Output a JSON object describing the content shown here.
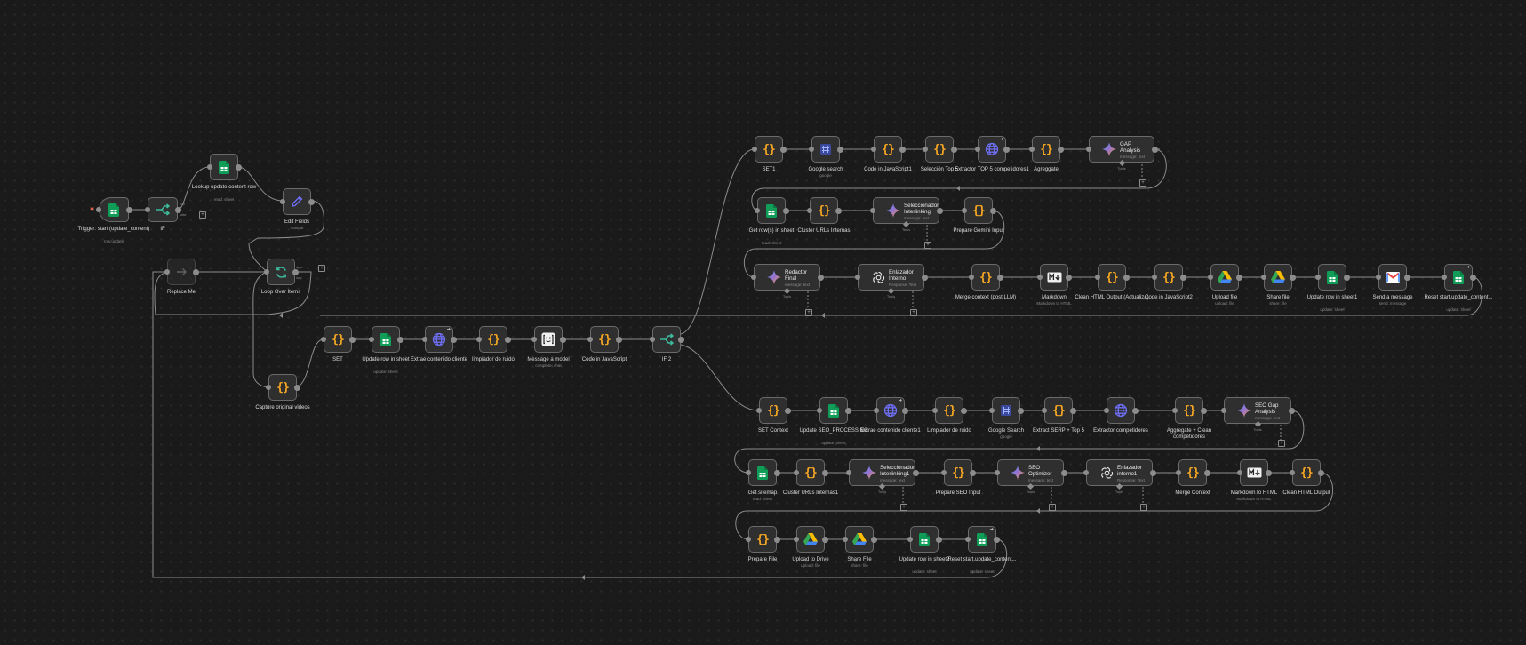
{
  "editor": {
    "title": "n8n workflow editor canvas",
    "accent_color": "#ff6d5a"
  },
  "icon_colors": {
    "sheets": "#0f9d58",
    "code": "#f5a623",
    "globe": "#6f6ff7",
    "drive_yellow": "#fbbc04",
    "drive_blue": "#4285f4",
    "drive_green": "#34a853",
    "if": "#3dbb9d",
    "edit": "#6f6ff7",
    "gemini": "#4f8ef7"
  },
  "nodes": [
    {
      "id": "trigger",
      "label": "Trigger: start (update_content)",
      "sub": "row:update",
      "icon": "sheets-icon",
      "trigger": true
    },
    {
      "id": "if",
      "label": "IF",
      "icon": "if-icon"
    },
    {
      "id": "lookup",
      "label": "Lookup update content row",
      "sub": "read: sheet",
      "icon": "sheets-icon"
    },
    {
      "id": "editfields",
      "label": "Edit Fields",
      "sub": "manual",
      "icon": "pencil-icon"
    },
    {
      "id": "replaceme",
      "label": "Replace Me",
      "icon": "arrow-right-icon",
      "dim": true
    },
    {
      "id": "loop",
      "label": "Loop Over Items",
      "icon": "loop-icon"
    },
    {
      "id": "capture",
      "label": "Capture original videos",
      "icon": "code-icon"
    },
    {
      "id": "set",
      "label": "SET",
      "icon": "code-icon"
    },
    {
      "id": "updaterow",
      "label": "Update row in sheet",
      "sub": "update: sheet",
      "icon": "sheets-icon"
    },
    {
      "id": "extrae",
      "label": "Extrae contenido cliente",
      "icon": "globe-icon",
      "ext": true
    },
    {
      "id": "limpiador",
      "label": "limpiador de ruido",
      "icon": "code-icon"
    },
    {
      "id": "msgmodel",
      "label": "Message a model",
      "sub": "complete: chat",
      "icon": "openrouter-icon"
    },
    {
      "id": "codejs",
      "label": "Code in JavaScript",
      "icon": "code-icon"
    },
    {
      "id": "if2",
      "label": "IF 2",
      "icon": "if-icon"
    },
    {
      "id": "set1",
      "label": "SET1",
      "icon": "code-icon"
    },
    {
      "id": "gsearch",
      "label": "Google search",
      "sub": "google",
      "icon": "google-search-icon"
    },
    {
      "id": "codejs1",
      "label": "Code in JavaScript1",
      "icon": "code-icon"
    },
    {
      "id": "seltop5",
      "label": "Selección Top 5",
      "icon": "code-icon"
    },
    {
      "id": "extractortop5",
      "label": "Extractor TOP 5 competidores1",
      "icon": "globe-icon",
      "ext": true
    },
    {
      "id": "aggregate",
      "label": "Agreggate",
      "icon": "code-icon"
    },
    {
      "id": "gap",
      "label": "GAP Analysis",
      "sub": "message: text",
      "icon": "gemini-icon",
      "agent": true
    },
    {
      "id": "getrows",
      "label": "Get row(s) in sheet",
      "sub": "read: sheet",
      "icon": "sheets-icon"
    },
    {
      "id": "cluster",
      "label": "Cluster URLs Internas",
      "icon": "code-icon"
    },
    {
      "id": "selinter",
      "label": "Seleccionador Interlinking",
      "sub": "message: text",
      "icon": "gemini-icon",
      "agent": true
    },
    {
      "id": "prepgemini",
      "label": "Prepare Gemini Input",
      "icon": "code-icon"
    },
    {
      "id": "redactor",
      "label": "Redactor Final",
      "sub": "message: text",
      "icon": "gemini-icon",
      "agent": true
    },
    {
      "id": "enlazador",
      "label": "Enlazador Interno",
      "sub": "Response: Text",
      "icon": "openai-icon",
      "agent": true
    },
    {
      "id": "mergepost",
      "label": "Merge context (post LLM)",
      "icon": "code-icon"
    },
    {
      "id": "markdown",
      "label": "Markdown",
      "sub": "Markdown to HTML",
      "icon": "markdown-icon"
    },
    {
      "id": "cleanhtmlact",
      "label": "Clean HTML Output (Actualiza)",
      "icon": "code-icon"
    },
    {
      "id": "codejs2",
      "label": "Code in JavaScript2",
      "icon": "code-icon"
    },
    {
      "id": "upload",
      "label": "Upload file",
      "sub": "upload: file",
      "icon": "drive-icon"
    },
    {
      "id": "share",
      "label": "Share file",
      "sub": "share: file",
      "icon": "drive-icon"
    },
    {
      "id": "updaterow1",
      "label": "Update row in sheet1",
      "sub": "update: sheet",
      "icon": "sheets-icon"
    },
    {
      "id": "sendmsg",
      "label": "Send a message",
      "sub": "send: message",
      "icon": "gmail-icon"
    },
    {
      "id": "reset1",
      "label": "Reset start.update_content...",
      "sub": "update: sheet",
      "icon": "sheets-icon",
      "ext": true
    },
    {
      "id": "setctx",
      "label": "SET Context",
      "icon": "code-icon"
    },
    {
      "id": "updseo",
      "label": "Update SEO_PROCESSING",
      "sub": "update: sheet",
      "icon": "sheets-icon"
    },
    {
      "id": "extrae1",
      "label": "Extrae contenido cliente1",
      "icon": "globe-icon",
      "ext": true
    },
    {
      "id": "limpiador2",
      "label": "Limpiador de ruido",
      "icon": "code-icon"
    },
    {
      "id": "gsearch2",
      "label": "Google Search",
      "sub": "google",
      "icon": "google-search-icon"
    },
    {
      "id": "extractserp",
      "label": "Extract SERP + Top 5",
      "icon": "code-icon"
    },
    {
      "id": "extractcomp",
      "label": "Extractor competidores",
      "icon": "globe-icon"
    },
    {
      "id": "aggclean",
      "label": "Aggregate + Clean competidores",
      "icon": "code-icon"
    },
    {
      "id": "seogap",
      "label": "SEO Gap Analysis",
      "sub": "message: text",
      "icon": "gemini-icon",
      "agent": true
    },
    {
      "id": "getsitemap",
      "label": "Get sitemap",
      "sub": "read: sheet",
      "icon": "sheets-icon"
    },
    {
      "id": "cluster1",
      "label": "Cluster URLs Internas1",
      "icon": "code-icon"
    },
    {
      "id": "selinter1",
      "label": "Seleccionador Interlinking1",
      "sub": "message: text",
      "icon": "gemini-icon",
      "agent": true
    },
    {
      "id": "prepseo",
      "label": "Prepare SEO Input",
      "icon": "code-icon"
    },
    {
      "id": "seoopt",
      "label": "SEO Optimizer",
      "sub": "message: text",
      "icon": "gemini-icon",
      "agent": true
    },
    {
      "id": "enlazador1",
      "label": "Enlazador interno1",
      "sub": "Response: Text",
      "icon": "openai-icon",
      "agent": true
    },
    {
      "id": "mergectx",
      "label": "Merge Context",
      "icon": "code-icon"
    },
    {
      "id": "md2html",
      "label": "Markdown to HTML",
      "sub": "Markdown to HTML",
      "icon": "markdown-icon"
    },
    {
      "id": "cleanhtml",
      "label": "Clean HTML Output",
      "icon": "code-icon"
    },
    {
      "id": "prepfile",
      "label": "Prepare File",
      "icon": "code-icon"
    },
    {
      "id": "uploaddrive",
      "label": "Upload to Drive",
      "sub": "upload: file",
      "icon": "drive-icon"
    },
    {
      "id": "sharefile",
      "label": "Share File",
      "sub": "share: file",
      "icon": "drive-icon"
    },
    {
      "id": "updaterow2",
      "label": "Update row in sheet2",
      "sub": "update: sheet",
      "icon": "sheets-icon"
    },
    {
      "id": "reset2",
      "label": "Reset start.update_content...",
      "sub": "update: sheet",
      "icon": "sheets-icon",
      "ext": true
    }
  ],
  "port_labels": {
    "if_true": "true",
    "if_false": "false",
    "loop_done": "done",
    "loop": "loop",
    "tools": "Tools"
  }
}
